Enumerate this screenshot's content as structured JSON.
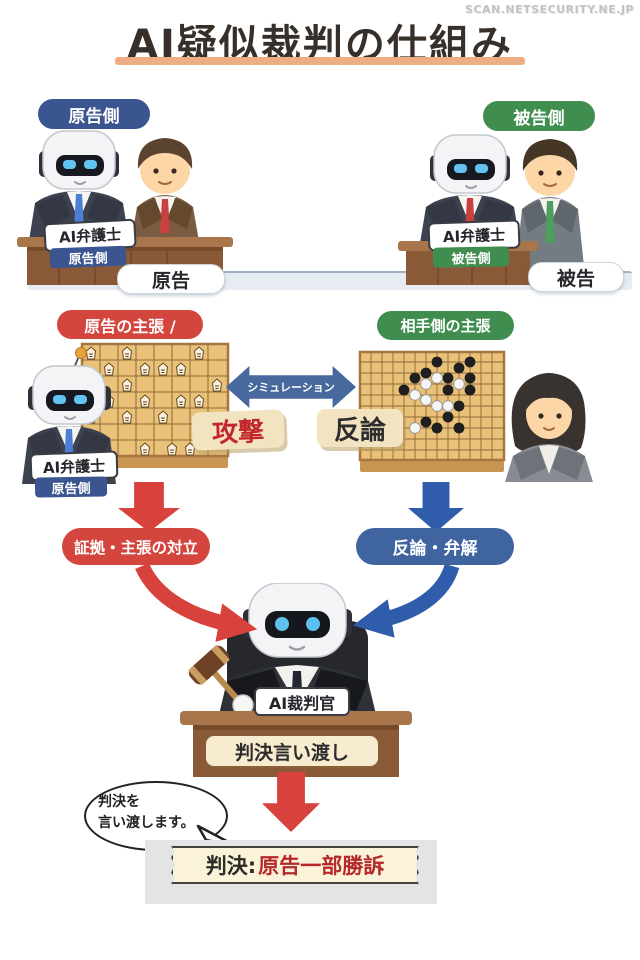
{
  "watermark": "SCAN.NETSECURITY.NE.JP",
  "title": "AI疑似裁判の仕組み",
  "top_section": {
    "plaintiff": {
      "badge": "原告側",
      "lawyer_label": "AI弁護士",
      "lawyer_side": "原告側",
      "party_label": "原告"
    },
    "defendant": {
      "badge": "被告側",
      "lawyer_label": "AI弁護士",
      "lawyer_side": "被告側",
      "party_label": "被告"
    }
  },
  "middle_section": {
    "plaintiff_claim_badge": "原告の主張 /",
    "opponent_claim_badge": "相手側の主張",
    "simulation_arrow_label": "シミュレーション",
    "attack_card": "攻撃",
    "rebuttal_card": "反論",
    "lawyer_label": "AI弁護士",
    "lawyer_side": "原告側",
    "plaintiff_outcome": "証拠・主張の対立",
    "defendant_outcome": "反論・弁解"
  },
  "judge_section": {
    "judge_label": "AI裁判官",
    "bench_banner": "判決言い渡し",
    "speech_line1": "判決を",
    "speech_line2": "言い渡します。",
    "verdict_prefix": "判決:",
    "verdict_result": "原告一部勝訴"
  },
  "colors": {
    "plaintiff_navy": "#3a5590",
    "defendant_green": "#3f8d4f",
    "claim_red": "#d4453e",
    "simulation_blue": "#48699e",
    "arrow_red": "#d8423c",
    "arrow_blue": "#2f5cab",
    "card_cream": "#f2e4c0",
    "banner_cream": "#faf3da",
    "verdict_red": "#b5282c",
    "underline_orange": "#efad83"
  }
}
